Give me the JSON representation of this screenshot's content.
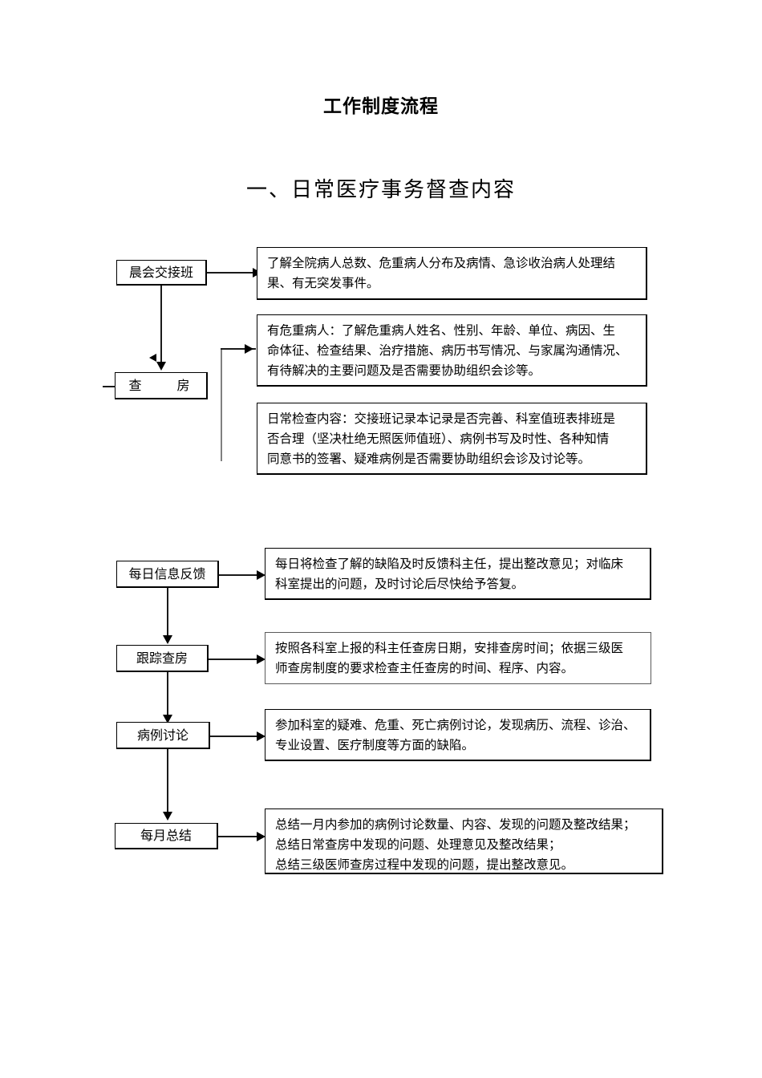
{
  "document": {
    "title": "工作制度流程",
    "section_heading": "一、日常医疗事务督查内容"
  },
  "flow": {
    "section1": {
      "nodes": [
        {
          "id": "morning-handover",
          "label": "晨会交接班"
        },
        {
          "id": "ward-round",
          "label": "查　　房"
        }
      ],
      "boxes": [
        {
          "id": "handover-content",
          "lines": [
            "了解全院病人总数、危重病人分布及病情、急诊收治病人处理结",
            "果、有无突发事件。"
          ]
        },
        {
          "id": "critical-patient-content",
          "lines": [
            "有危重病人：了解危重病人姓名、性别、年龄、单位、病因、生",
            "命体征、检查结果、治疗措施、病历书写情况、与家属沟通情况、",
            "有待解决的主要问题及是否需要协助组织会诊等。"
          ]
        },
        {
          "id": "daily-inspection-content",
          "lines": [
            "日常检查内容：交接班记录本记录是否完善、科室值班表排班是",
            "否合理（坚决杜绝无照医师值班）、病例书写及时性、各种知情",
            "同意书的签署、疑难病例是否需要协助组织会诊及讨论等。"
          ]
        }
      ]
    },
    "section2": {
      "nodes": [
        {
          "id": "daily-feedback",
          "label": "每日信息反馈"
        },
        {
          "id": "follow-up-round",
          "label": "跟踪查房"
        },
        {
          "id": "case-discussion",
          "label": "病例讨论"
        },
        {
          "id": "monthly-summary",
          "label": "每月总结"
        }
      ],
      "boxes": [
        {
          "id": "daily-feedback-content",
          "lines": [
            "每日将检查了解的缺陷及时反馈科主任，提出整改意见；对临床",
            "科室提出的问题，及时讨论后尽快给予答复。"
          ]
        },
        {
          "id": "follow-up-round-content",
          "lines": [
            "按照各科室上报的科主任查房日期，安排查房时间；依据三级医",
            "师查房制度的要求检查主任查房的时间、程序、内容。"
          ]
        },
        {
          "id": "case-discussion-content",
          "lines": [
            "参加科室的疑难、危重、死亡病例讨论，发现病历、流程、诊治、",
            "专业设置、医疗制度等方面的缺陷。"
          ]
        },
        {
          "id": "monthly-summary-content",
          "lines": [
            "总结一月内参加的病例讨论数量、内容、发现的问题及整改结果；",
            "总结日常查房中发现的问题、处理意见及整改结果；",
            "总结三级医师查房过程中发现的问题，提出整改意见。"
          ]
        }
      ]
    }
  },
  "colors": {
    "ink": "#000000",
    "box_border": "#5a5a5a",
    "page_background": "#ffffff"
  }
}
